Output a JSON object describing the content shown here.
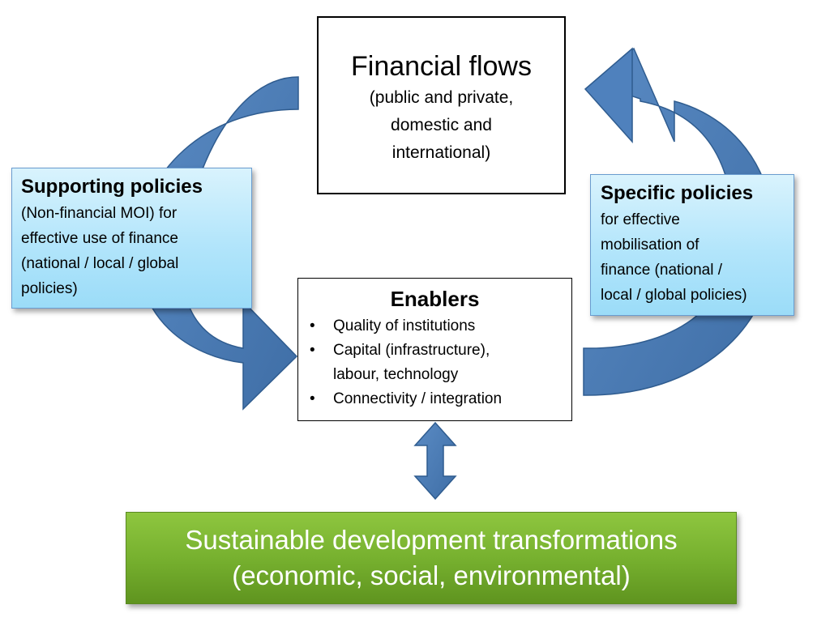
{
  "financial_flows": {
    "title": "Financial flows",
    "subtitle_lines": [
      "(public and private,",
      "domestic and",
      "international)"
    ]
  },
  "supporting_policies": {
    "title": "Supporting policies",
    "lines": [
      "(Non-financial MOI) for",
      "effective use of finance",
      "(national / local / global",
      "policies)"
    ]
  },
  "specific_policies": {
    "title": "Specific policies",
    "lines": [
      "for effective",
      "mobilisation of",
      "finance (national /",
      "local / global policies)"
    ]
  },
  "enablers": {
    "title": "Enablers",
    "items": [
      "Quality of institutions",
      "Capital (infrastructure),\nlabour, technology",
      "Connectivity / integration"
    ]
  },
  "outcome": {
    "lines": [
      "Sustainable development transformations",
      "(economic, social, environmental)"
    ]
  },
  "colors": {
    "arrow_fill": "#4f81bd",
    "arrow_border": "#3a6594",
    "policy_box": "#b2e5fb",
    "outcome_box": "#77b12f"
  }
}
